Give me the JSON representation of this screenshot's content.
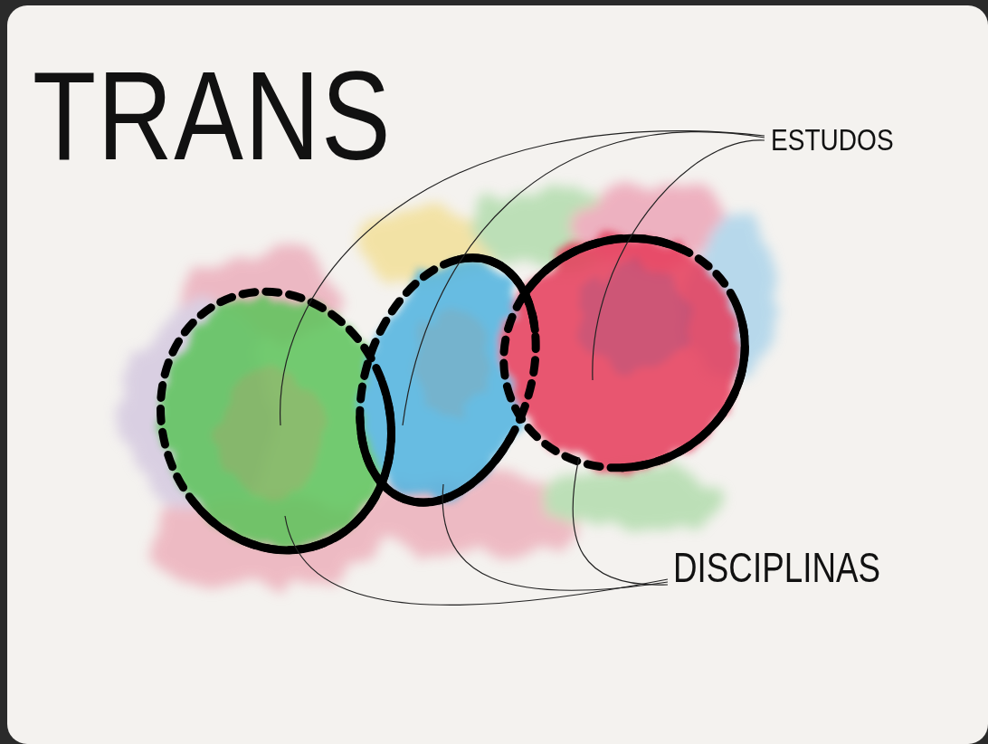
{
  "diagram": {
    "title": "TRANS",
    "labels": [
      "ESTUDOS",
      "DISCIPLINAS"
    ]
  }
}
